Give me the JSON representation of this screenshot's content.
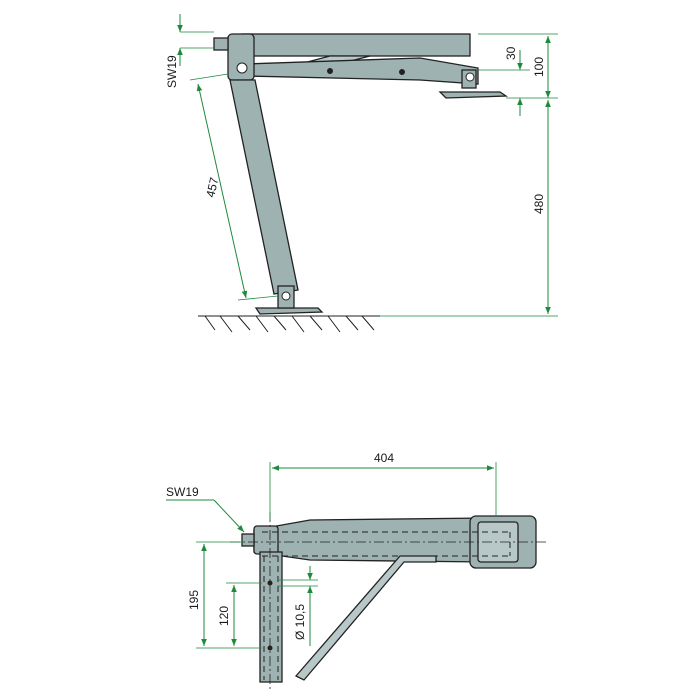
{
  "side_view": {
    "labels": {
      "wrench_size": "SW19",
      "dim_30": "30",
      "dim_100": "100",
      "dim_457": "457",
      "dim_480": "480"
    }
  },
  "top_view": {
    "labels": {
      "wrench_size": "SW19",
      "dim_404": "404",
      "dim_195": "195",
      "dim_120": "120",
      "dim_hole": "Ø 10,5"
    }
  },
  "colors": {
    "part_fill": "#9fb2b2",
    "dimension_lines": "#1e8a3c",
    "outline": "#222222"
  }
}
